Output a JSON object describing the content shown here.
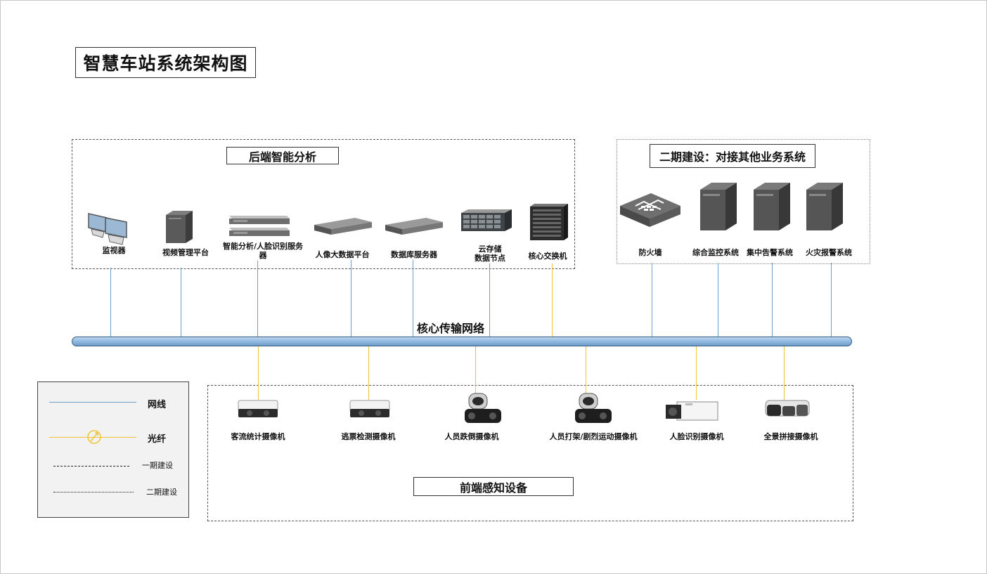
{
  "title": "智慧车站系统架构图",
  "backend": {
    "header": "后端智能分析",
    "devices": [
      {
        "label": "监视器",
        "icon": "monitor-icon"
      },
      {
        "label": "视频管理平台",
        "icon": "tower-server-icon"
      },
      {
        "label": "智能分析/人脸识别服务\n器",
        "icon": "rack-server-stack-icon"
      },
      {
        "label": "人像大数据平台",
        "icon": "rack-server-icon"
      },
      {
        "label": "数据库服务器",
        "icon": "rack-server-icon"
      },
      {
        "label": "云存储\n数据节点",
        "icon": "storage-array-icon"
      },
      {
        "label": "核心交换机",
        "icon": "core-switch-icon"
      }
    ]
  },
  "phase2": {
    "header": "二期建设：对接其他业务系统",
    "devices": [
      {
        "label": "防火墙",
        "icon": "firewall-icon"
      },
      {
        "label": "综合监控系统",
        "icon": "tower-server-icon"
      },
      {
        "label": "集中告警系统",
        "icon": "tower-server-icon"
      },
      {
        "label": "火灾报警系统",
        "icon": "tower-server-icon"
      }
    ]
  },
  "network": {
    "label": "核心传输网络"
  },
  "frontend": {
    "header": "前端感知设备",
    "devices": [
      {
        "label": "客流统计摄像机",
        "icon": "dual-lens-camera-icon"
      },
      {
        "label": "逃票检测摄像机",
        "icon": "dual-lens-camera-icon"
      },
      {
        "label": "人员跌倒摄像机",
        "icon": "ptz-camera-icon"
      },
      {
        "label": "人员打架/剧烈运动摄像机",
        "icon": "ptz-camera-icon"
      },
      {
        "label": "人脸识别摄像机",
        "icon": "box-camera-icon"
      },
      {
        "label": "全景拼接摄像机",
        "icon": "panoramic-camera-icon"
      }
    ]
  },
  "legend": {
    "network_cable": "网线",
    "fiber": "光纤",
    "phase1": "一期建设",
    "phase2": "二期建设"
  },
  "colors": {
    "network_cable": "#6a9fc8",
    "fiber": "#f0c436",
    "backbone": "#8cb6dc"
  }
}
